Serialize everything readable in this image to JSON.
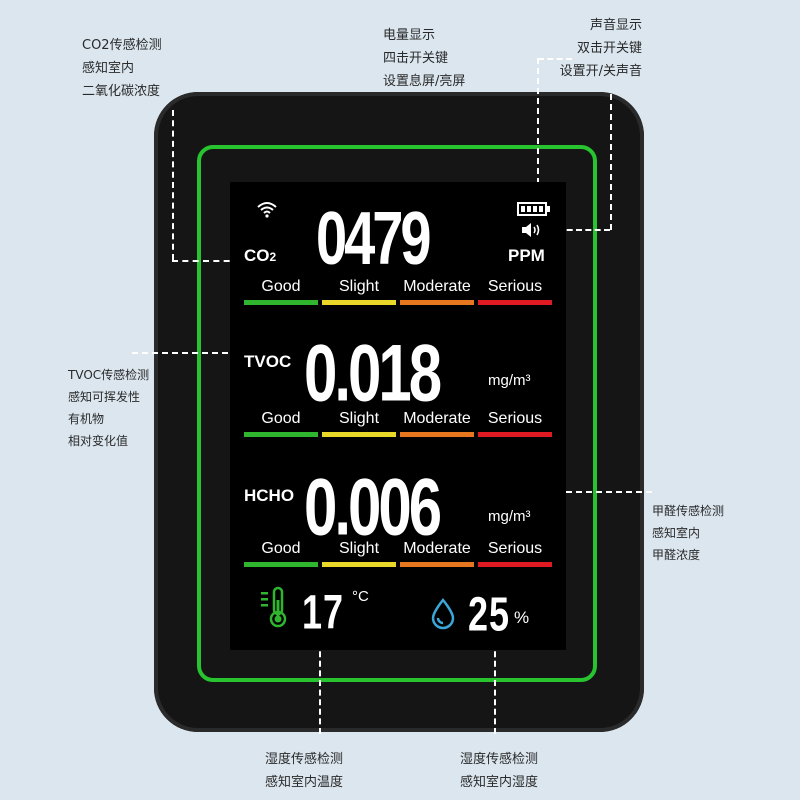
{
  "colors": {
    "good": "#2fb52e",
    "slight": "#e9d82a",
    "moderate": "#e7771e",
    "serious": "#e01a22",
    "frame": "#27c42f"
  },
  "callouts": {
    "co2": [
      "CO2传感检测",
      "感知室内",
      "二氧化碳浓度"
    ],
    "battery": [
      "电量显示",
      "四击开关键",
      "设置息屏/亮屏"
    ],
    "sound": [
      "声音显示",
      "双击开关键",
      "设置开/关声音"
    ],
    "tvoc": [
      "TVOC传感检测",
      "感知可挥发性",
      "有机物",
      "相对变化值"
    ],
    "hcho": [
      "甲醛传感检测",
      "感知室内",
      "甲醛浓度"
    ],
    "temp": [
      "湿度传感检测",
      "感知室内温度"
    ],
    "humidity": [
      "湿度传感检测",
      "感知室内湿度"
    ]
  },
  "display": {
    "co2": {
      "label": "CO",
      "sub": "2",
      "value": "0479",
      "unit": "PPM"
    },
    "tvoc": {
      "label": "TVOC",
      "value": "0.018",
      "unit": "mg/m³"
    },
    "hcho": {
      "label": "HCHO",
      "value": "0.006",
      "unit": "mg/m³"
    },
    "levels": [
      "Good",
      "Slight",
      "Moderate",
      "Serious"
    ],
    "temperature": {
      "value": "17",
      "unit": "°C"
    },
    "humidity": {
      "value": "25",
      "unit": "%"
    }
  },
  "icons": [
    "wifi-icon",
    "battery-icon",
    "speaker-icon",
    "thermometer-icon",
    "water-drop-icon"
  ]
}
